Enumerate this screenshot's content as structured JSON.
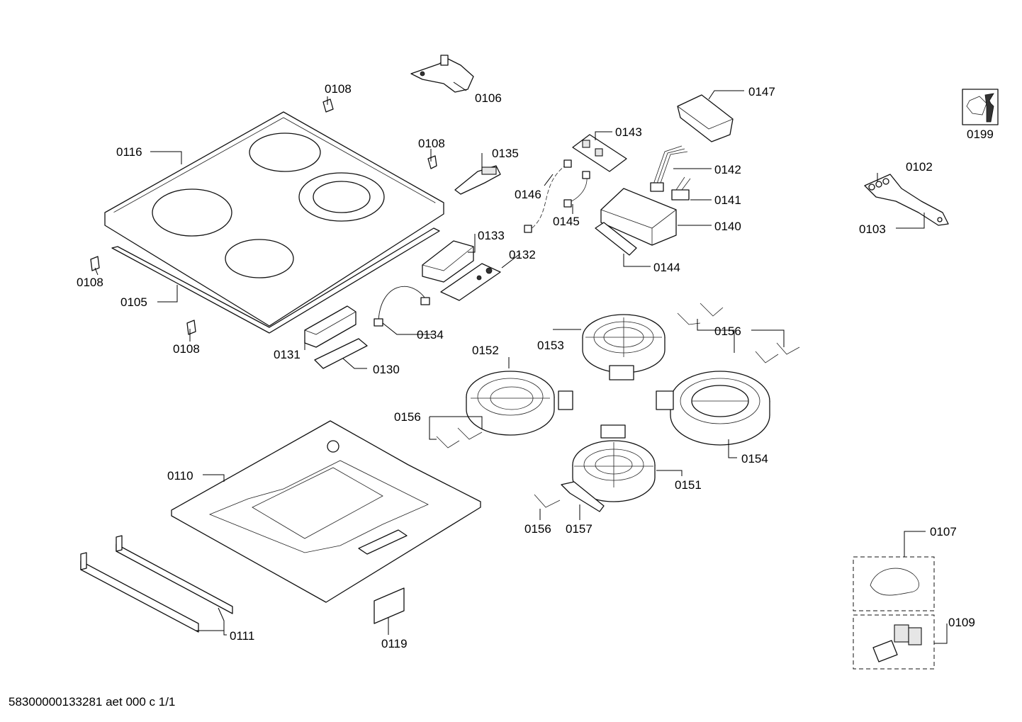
{
  "labels": {
    "p0106": "0106",
    "p0108a": "0108",
    "p0108b": "0108",
    "p0108c": "0108",
    "p0108d": "0108",
    "p0116": "0116",
    "p0105": "0105",
    "p0135": "0135",
    "p0133": "0133",
    "p0132": "0132",
    "p0134": "0134",
    "p0131": "0131",
    "p0130": "0130",
    "p0146": "0146",
    "p0145": "0145",
    "p0143": "0143",
    "p0147": "0147",
    "p0142": "0142",
    "p0141": "0141",
    "p0140": "0140",
    "p0144": "0144",
    "p0199": "0199",
    "p0102": "0102",
    "p0103": "0103",
    "p0153": "0153",
    "p0156a": "0156",
    "p0156b": "0156",
    "p0156c": "0156",
    "p0152": "0152",
    "p0154": "0154",
    "p0151": "0151",
    "p0157": "0157",
    "p0110": "0110",
    "p0111": "0111",
    "p0119": "0119",
    "p0107": "0107",
    "p0109": "0109"
  },
  "footer": {
    "doc_code": "58300000133281 aet 000 c 1/1"
  }
}
